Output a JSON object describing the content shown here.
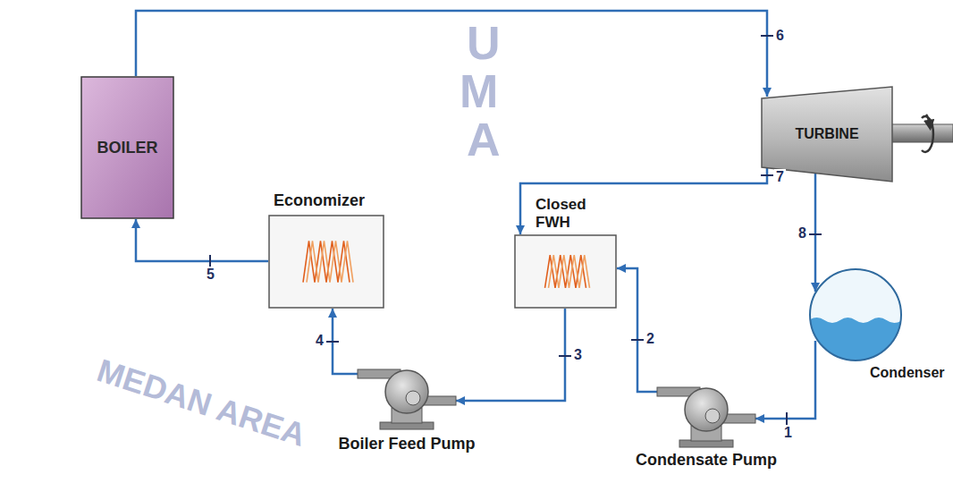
{
  "diagram": {
    "nodes": [
      {
        "text": [
          "BOILER"
        ]
      },
      {
        "text": [
          "Economizer"
        ]
      },
      {
        "text": [
          "Closed FWH"
        ]
      },
      {
        "text": [
          "TURBINE"
        ]
      },
      {
        "text": [
          "Condenser"
        ]
      },
      {
        "text": [
          "Boiler Feed Pump"
        ]
      },
      {
        "text": [
          "Condensate Pump"
        ]
      }
    ],
    "edges": [
      {
        "from": 0,
        "to": 3,
        "arrow": "to",
        "label": "6"
      },
      {
        "from": 3,
        "to": 2,
        "arrow": "to",
        "label": "7"
      },
      {
        "from": 3,
        "to": 4,
        "arrow": "to",
        "label": "8"
      },
      {
        "from": 4,
        "to": 6,
        "arrow": "to",
        "label": "1"
      },
      {
        "from": 6,
        "to": 2,
        "arrow": "to",
        "label": "2"
      },
      {
        "from": 2,
        "to": 5,
        "arrow": "to",
        "label": "3"
      },
      {
        "from": 5,
        "to": 1,
        "arrow": "to",
        "label": "4"
      },
      {
        "from": 1,
        "to": 0,
        "arrow": "to",
        "label": "5"
      }
    ],
    "labels": [
      "U",
      "M",
      "A",
      "MEDAN AREA"
    ]
  }
}
